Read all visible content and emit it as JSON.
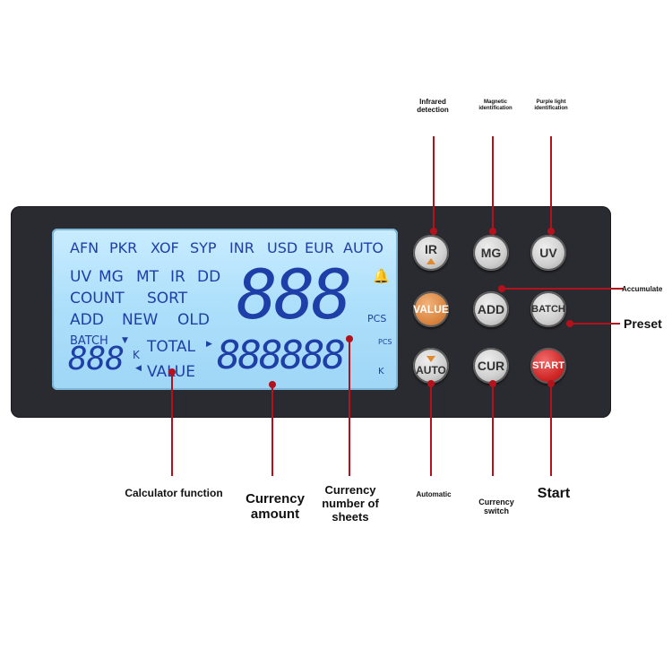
{
  "top_labels": {
    "ir": "Infrared detection",
    "mg": "Magnetic identification",
    "uv": "Purple light identification"
  },
  "lcd": {
    "currencies": [
      "AFN",
      "PKR",
      "XOF",
      "SYP",
      "INR",
      "USD",
      "EUR",
      "AUTO"
    ],
    "row_detect": [
      "UV",
      "MG",
      "MT",
      "IR",
      "DD"
    ],
    "row_count": [
      "COUNT",
      "SORT"
    ],
    "row_add": [
      "ADD",
      "NEW",
      "OLD"
    ],
    "batch_label": "BATCH",
    "batch_digits": "888",
    "batch_unit": "K",
    "total_label": "TOTAL",
    "value_label": "VALUE",
    "big_digits": "888",
    "big_unit": "PCS",
    "amount_digits": "888888",
    "amount_unit_top": "PCS",
    "amount_unit_bottom": "K",
    "bell_icon": "bell-icon"
  },
  "buttons": {
    "ir": "IR",
    "mg": "MG",
    "uv": "UV",
    "value": "VALUE",
    "add": "ADD",
    "batch": "BATCH",
    "auto": "AUTO",
    "cur": "CUR",
    "start": "START"
  },
  "side_labels": {
    "accumulate": "Accumulate",
    "preset": "Preset"
  },
  "bottom_labels": {
    "calculator": "Calculator function",
    "amount": "Currency amount",
    "sheets": "Currency number of sheets",
    "automatic": "Automatic",
    "switch": "Currency switch",
    "start": "Start"
  },
  "colors": {
    "panel": "#2a2b30",
    "lcd_text": "#1f3fa8",
    "leader_line": "#b3121c",
    "value_button": "#d9843f",
    "start_button": "#cf2525"
  }
}
